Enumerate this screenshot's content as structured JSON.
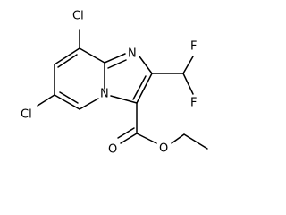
{
  "molecule": {
    "atom_labels": {
      "cl_top": "Cl",
      "cl_left": "Cl",
      "n_imidazole": "N",
      "n_bridgehead": "N",
      "f_upper": "F",
      "f_lower": "F",
      "o_carbonyl": "O",
      "o_ester": "O"
    }
  },
  "colors": {
    "bond": "#000000",
    "label": "#000000",
    "background": "#ffffff"
  }
}
